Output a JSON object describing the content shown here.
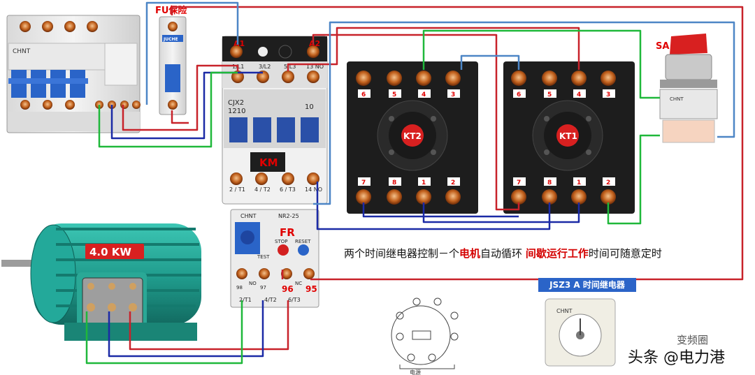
{
  "labels": {
    "fuse": "FU保险",
    "contactor": "KM",
    "contactor_model_1": "CJX2",
    "contactor_model_2": "1210",
    "contactor_a1": "A1",
    "contactor_a2": "A2",
    "contactor_l1": "1/L1",
    "contactor_l2": "3/L2",
    "contactor_l3": "5/L3",
    "contactor_13no": "13 NO",
    "contactor_10": "10",
    "contactor_t1": "2 / T1",
    "contactor_t2": "4 / T2",
    "contactor_t3": "6 / T3",
    "contactor_14no": "14 NO",
    "overload": "FR",
    "overload_model": "NR2-25",
    "overload_stop": "STOP",
    "overload_reset": "RESET",
    "overload_test": "TEST",
    "overload_96": "96",
    "overload_95": "95",
    "overload_98": "98",
    "overload_97": "97",
    "overload_nc": "NC",
    "overload_no": "NO",
    "overload_t1": "2/T1",
    "overload_t2": "4/T2",
    "overload_t3": "6/T3",
    "motor_power": "4.0 KW",
    "relay_left": "KT2",
    "relay_right": "KT1",
    "switch": "SA",
    "brand": "CHNT",
    "breaker_brand": "JUCHE",
    "relay_top_pins": [
      "6",
      "5",
      "4",
      "3"
    ],
    "relay_bottom_pins": [
      "7",
      "8",
      "1",
      "2"
    ],
    "timer_model": "JSZ3 A 时间继电器",
    "schematic_power": "电源",
    "watermark_top": "变频圈",
    "watermark": "头条 @电力港"
  },
  "caption": {
    "part1": "两个时间继电器控制－个",
    "part2": "电机",
    "part3": "自动循环",
    "part4": "间歇运行工作",
    "part5": "时间可随意定时"
  },
  "colors": {
    "wire_red": "#c8222a",
    "wire_blue": "#1b2aa6",
    "wire_green": "#1fb83a",
    "wire_light_blue": "#4d86c6",
    "motor": "#23a99a",
    "relay_base": "#1d1d1d",
    "terminal": "#c86a2a"
  }
}
